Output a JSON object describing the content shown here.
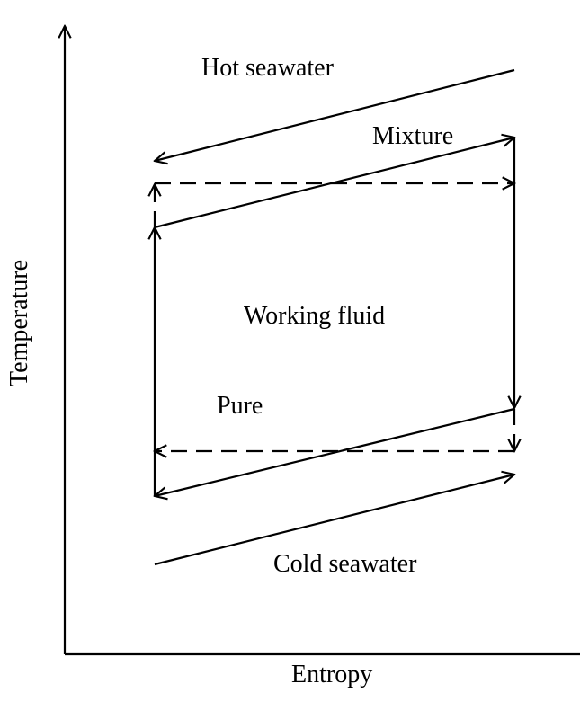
{
  "diagram": {
    "title": "",
    "axes": {
      "x_label": "Entropy",
      "y_label": "Temperature"
    },
    "labels": {
      "hot": "Hot seawater",
      "mixture": "Mixture",
      "working": "Working fluid",
      "pure": "Pure",
      "cold": "Cold seawater"
    },
    "colors": {
      "stroke": "#000000",
      "background": "#ffffff"
    },
    "edges": [
      {
        "id": "hot-seawater-line",
        "style": "solid",
        "direction": "right-to-left"
      },
      {
        "id": "mixture-evaporation-line",
        "style": "solid",
        "direction": "left-to-right"
      },
      {
        "id": "pure-evaporation-line",
        "style": "dashed",
        "direction": "left-to-right"
      },
      {
        "id": "turbine-expansion-line",
        "style": "solid",
        "direction": "down"
      },
      {
        "id": "mixture-condensation-line",
        "style": "solid",
        "direction": "right-to-left"
      },
      {
        "id": "pure-condensation-line",
        "style": "dashed",
        "direction": "right-to-left"
      },
      {
        "id": "pump-line",
        "style": "solid",
        "direction": "up"
      },
      {
        "id": "cold-seawater-line",
        "style": "solid",
        "direction": "left-to-right"
      }
    ]
  }
}
